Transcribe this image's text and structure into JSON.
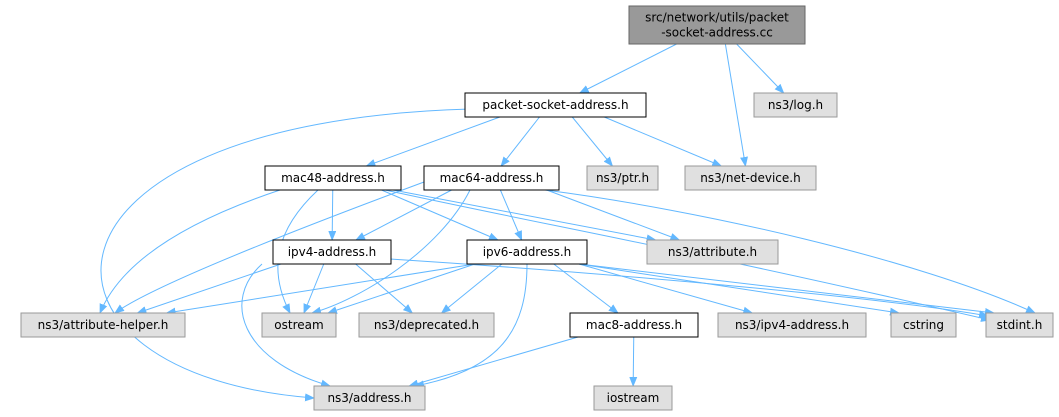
{
  "colors": {
    "edge": "#63b8ff",
    "root_fill": "#999999",
    "root_stroke": "#666666",
    "internal_fill": "#ffffff",
    "internal_stroke": "#000000",
    "external_fill": "#e0e0e0",
    "external_stroke": "#999999"
  },
  "nodes": [
    {
      "id": "root",
      "kind": "root",
      "lines": [
        "src/network/utils/packet",
        "-socket-address.cc"
      ]
    },
    {
      "id": "psa",
      "kind": "internal",
      "lines": [
        "packet-socket-address.h"
      ]
    },
    {
      "id": "log",
      "kind": "external",
      "lines": [
        "ns3/log.h"
      ]
    },
    {
      "id": "mac48",
      "kind": "internal",
      "lines": [
        "mac48-address.h"
      ]
    },
    {
      "id": "mac64",
      "kind": "internal",
      "lines": [
        "mac64-address.h"
      ]
    },
    {
      "id": "ptr",
      "kind": "external",
      "lines": [
        "ns3/ptr.h"
      ]
    },
    {
      "id": "netdev",
      "kind": "external",
      "lines": [
        "ns3/net-device.h"
      ]
    },
    {
      "id": "ipv4",
      "kind": "internal",
      "lines": [
        "ipv4-address.h"
      ]
    },
    {
      "id": "ipv6",
      "kind": "internal",
      "lines": [
        "ipv6-address.h"
      ]
    },
    {
      "id": "attr",
      "kind": "external",
      "lines": [
        "ns3/attribute.h"
      ]
    },
    {
      "id": "attrhelper",
      "kind": "external",
      "lines": [
        "ns3/attribute-helper.h"
      ]
    },
    {
      "id": "ostream",
      "kind": "external",
      "lines": [
        "ostream"
      ]
    },
    {
      "id": "deprecated",
      "kind": "external",
      "lines": [
        "ns3/deprecated.h"
      ]
    },
    {
      "id": "mac8",
      "kind": "internal",
      "lines": [
        "mac8-address.h"
      ]
    },
    {
      "id": "nsipv4",
      "kind": "external",
      "lines": [
        "ns3/ipv4-address.h"
      ]
    },
    {
      "id": "cstring",
      "kind": "external",
      "lines": [
        "cstring"
      ]
    },
    {
      "id": "stdint",
      "kind": "external",
      "lines": [
        "stdint.h"
      ]
    },
    {
      "id": "address",
      "kind": "external",
      "lines": [
        "ns3/address.h"
      ]
    },
    {
      "id": "iostream",
      "kind": "external",
      "lines": [
        "iostream"
      ]
    }
  ],
  "edges": [
    [
      "root",
      "psa"
    ],
    [
      "root",
      "log"
    ],
    [
      "root",
      "netdev"
    ],
    [
      "psa",
      "mac48"
    ],
    [
      "psa",
      "mac64"
    ],
    [
      "psa",
      "ptr"
    ],
    [
      "psa",
      "netdev"
    ],
    [
      "psa",
      "address"
    ],
    [
      "mac48",
      "ipv4"
    ],
    [
      "mac48",
      "ipv6"
    ],
    [
      "mac48",
      "attr"
    ],
    [
      "mac48",
      "attrhelper"
    ],
    [
      "mac48",
      "ostream"
    ],
    [
      "mac48",
      "stdint"
    ],
    [
      "mac64",
      "ipv4"
    ],
    [
      "mac64",
      "ipv6"
    ],
    [
      "mac64",
      "attr"
    ],
    [
      "mac64",
      "attrhelper"
    ],
    [
      "mac64",
      "ostream"
    ],
    [
      "mac64",
      "stdint"
    ],
    [
      "ipv4",
      "attrhelper"
    ],
    [
      "ipv4",
      "ostream"
    ],
    [
      "ipv4",
      "deprecated"
    ],
    [
      "ipv4",
      "address"
    ],
    [
      "ipv4",
      "stdint"
    ],
    [
      "ipv6",
      "attrhelper"
    ],
    [
      "ipv6",
      "ostream"
    ],
    [
      "ipv6",
      "deprecated"
    ],
    [
      "ipv6",
      "address"
    ],
    [
      "ipv6",
      "mac8"
    ],
    [
      "ipv6",
      "nsipv4"
    ],
    [
      "ipv6",
      "cstring"
    ],
    [
      "ipv6",
      "stdint"
    ],
    [
      "mac8",
      "address"
    ],
    [
      "mac8",
      "iostream"
    ]
  ]
}
